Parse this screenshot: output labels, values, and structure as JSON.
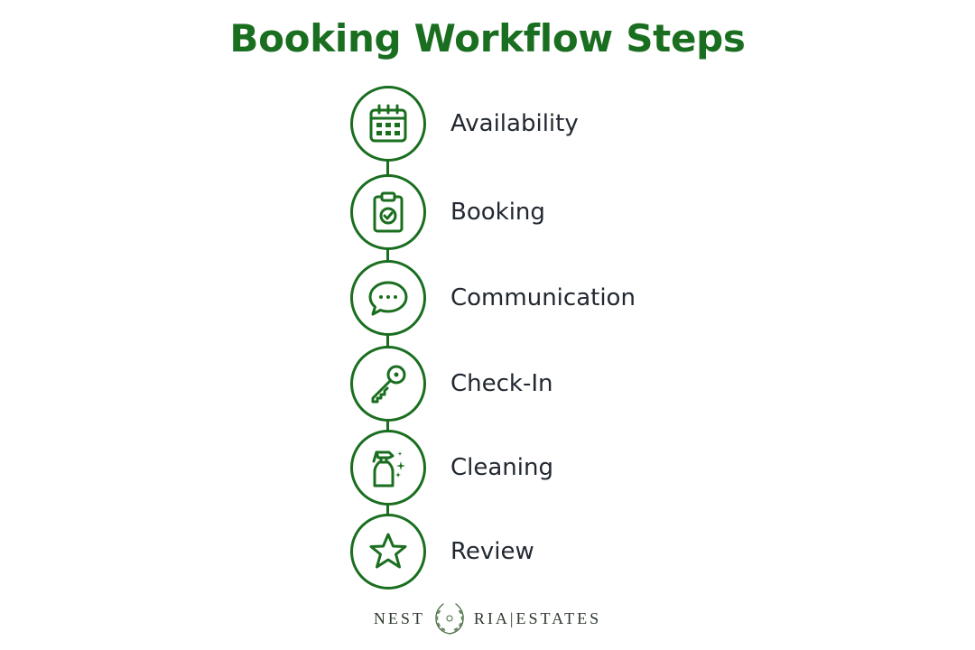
{
  "title": "Booking Workflow Steps",
  "colors": {
    "accent": "#1a6e1f",
    "text": "#222831"
  },
  "steps": [
    {
      "label": "Availability",
      "icon": "calendar-icon"
    },
    {
      "label": "Booking",
      "icon": "clipboard-check-icon"
    },
    {
      "label": "Communication",
      "icon": "chat-bubble-icon"
    },
    {
      "label": "Check-In",
      "icon": "key-icon"
    },
    {
      "label": "Cleaning",
      "icon": "spray-bottle-icon"
    },
    {
      "label": "Review",
      "icon": "star-icon"
    }
  ],
  "logo": {
    "left_text": "NEST",
    "right_text": "RIA|ESTATES",
    "icon": "wreath-icon"
  }
}
